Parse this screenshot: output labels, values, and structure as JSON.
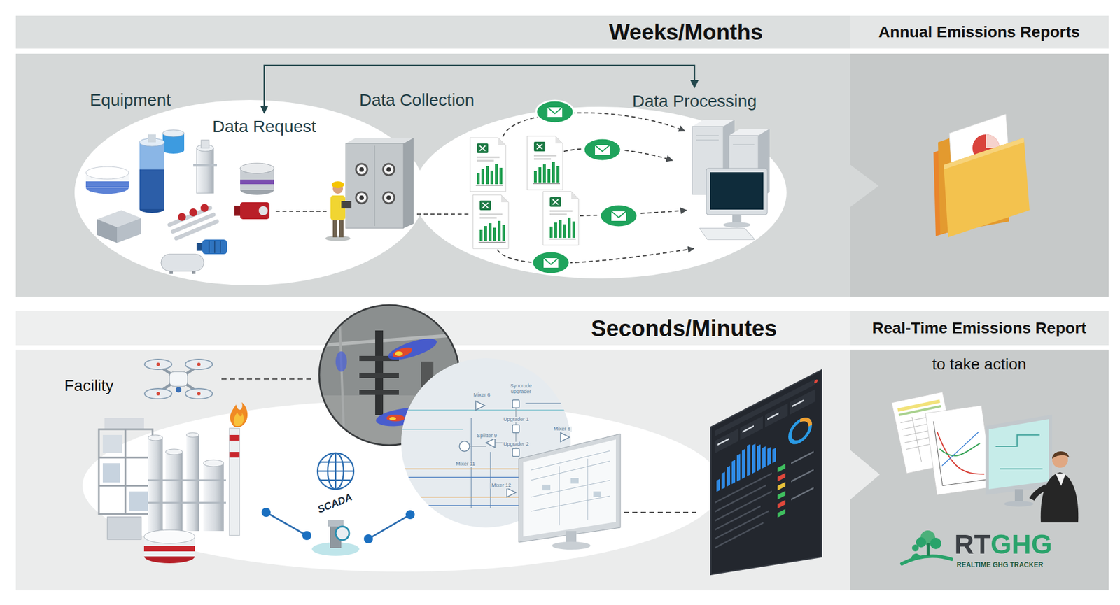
{
  "diagram": {
    "nodes": [
      {
        "text": [
          "Weeks/Months"
        ]
      },
      {
        "text": [
          "Annual Emissions Reports"
        ]
      },
      {
        "text": [
          "Equipment"
        ]
      },
      {
        "text": [
          "Data Request"
        ],
        "in": 2
      },
      {
        "text": [
          "Data Collection"
        ]
      },
      {
        "text": [
          "Data Processing"
        ],
        "in": 4
      },
      {
        "text": [
          "Seconds/Minutes"
        ]
      },
      {
        "text": [
          "Real-Time Emissions Report"
        ]
      },
      {
        "text": [
          "to take action"
        ]
      },
      {
        "text": [
          "Facility"
        ]
      }
    ],
    "edges": [
      {
        "from": 3,
        "to": 5,
        "arrow": "both"
      }
    ],
    "labels": [
      "Mixer 6",
      "Syncrude upgrader",
      "Upgrader 1",
      "Splitter 9",
      "Mixer 8",
      "Upgrader 2",
      "Mixer 11",
      "Mixer 12",
      "SCADA",
      "RTGHG",
      "REALTIME GHG TRACKER"
    ]
  }
}
